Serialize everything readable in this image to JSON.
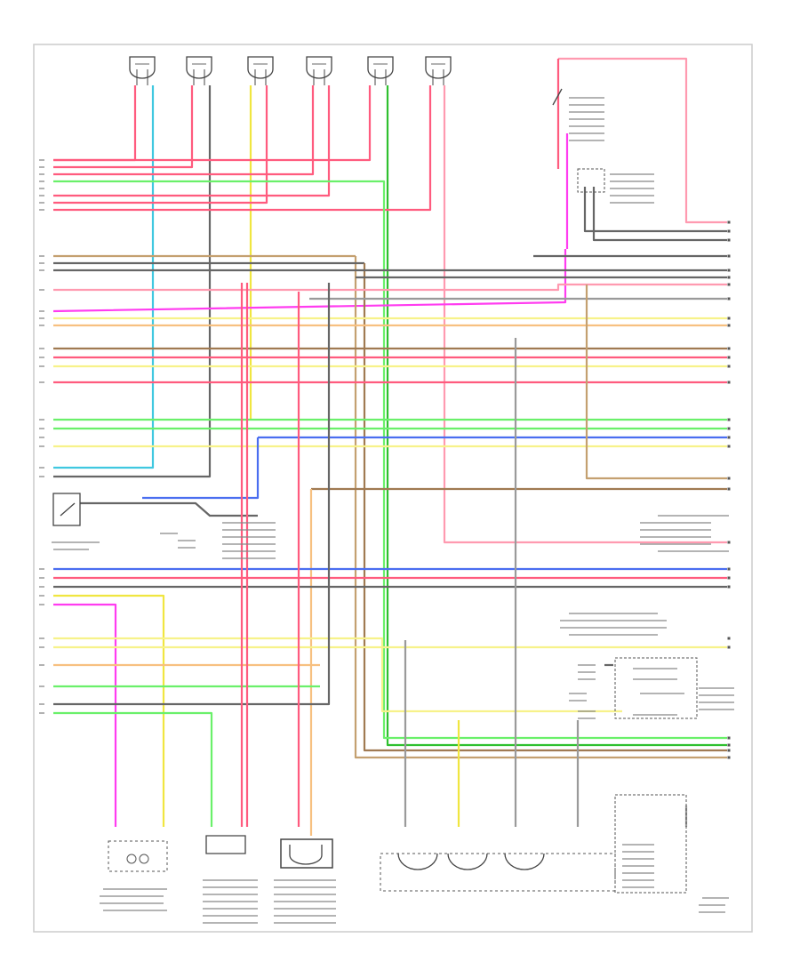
{
  "colors": {
    "frame": "#bbbbbb",
    "pink": "#ff5b7e",
    "lt_pink": "#ff9ab0",
    "magenta": "#ff3cf0",
    "lt_green": "#6af06a",
    "green": "#2fc02f",
    "lt_blue": "#40c8e0",
    "blue": "#4a6ef0",
    "yellow": "#f0e640",
    "lt_yellow": "#f7f28a",
    "tan": "#c4a070",
    "brown": "#a07a52",
    "orange": "#f7c080",
    "gray": "#9a9a9a",
    "dark_gray": "#666666",
    "black": "#333333"
  },
  "icons": {
    "connector": "rounded-connector",
    "switch": "switch-contact",
    "sensor": "sensor-box"
  },
  "diagram_id": "",
  "figure_number": ""
}
